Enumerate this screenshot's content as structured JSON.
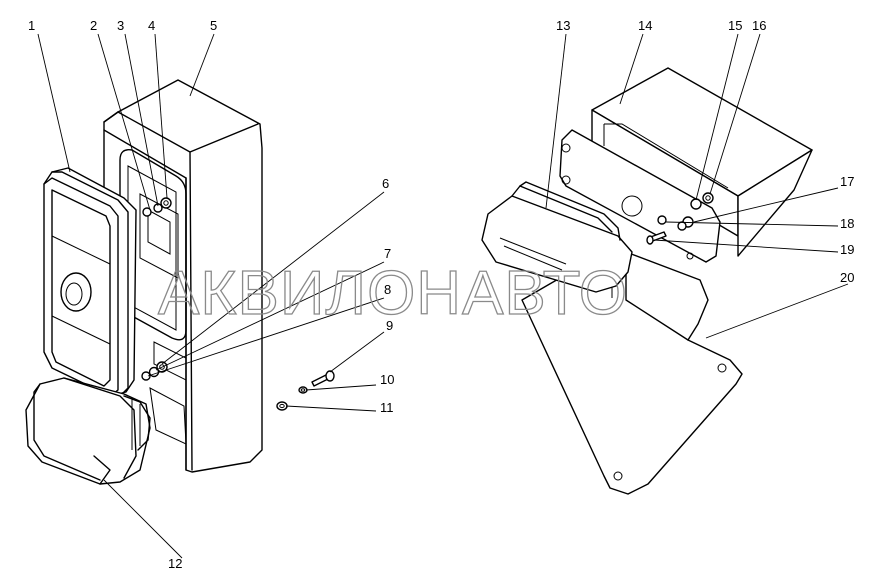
{
  "watermark": "АКВИЛОНАВТО",
  "callouts": {
    "c1": "1",
    "c2": "2",
    "c3": "3",
    "c4": "4",
    "c5": "5",
    "c6": "6",
    "c7": "7",
    "c8": "8",
    "c9": "9",
    "c10": "10",
    "c11": "11",
    "c12": "12",
    "c13": "13",
    "c14": "14",
    "c15": "15",
    "c16": "16",
    "c17": "17",
    "c18": "18",
    "c19": "19",
    "c20": "20"
  }
}
